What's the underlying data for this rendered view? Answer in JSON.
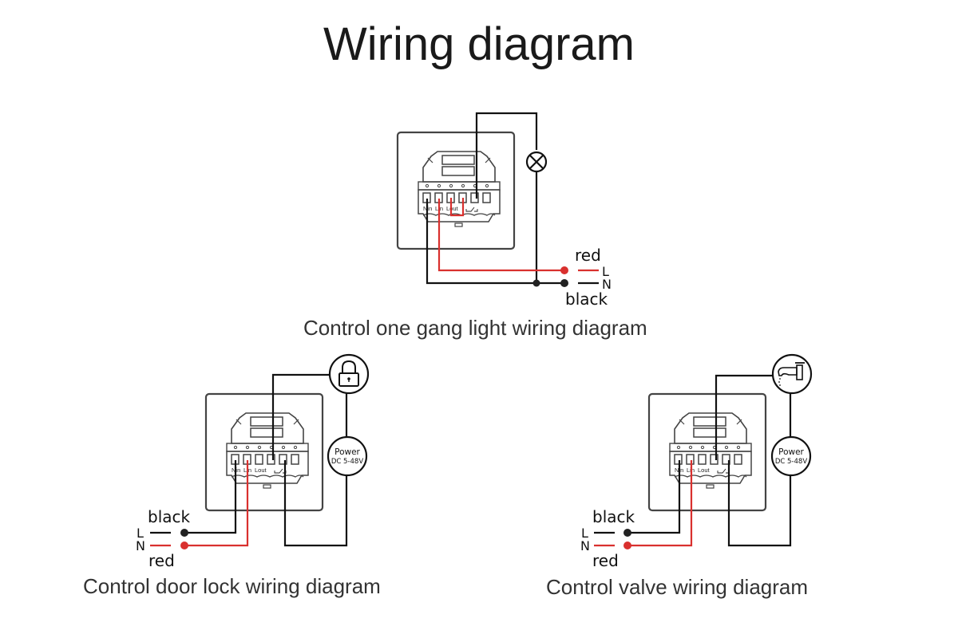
{
  "title": "Wiring diagram",
  "colors": {
    "black_wire": "#111111",
    "red_wire": "#d9302e",
    "outline": "#444444"
  },
  "diagrams": [
    {
      "id": "light",
      "caption": "Control one gang light wiring diagram",
      "load_icon": "lamp-icon",
      "wire_labels": {
        "top": "red",
        "bottom": "black"
      },
      "terminals": {
        "first": "L",
        "second": "N"
      },
      "terminal_labels": [
        "N in",
        "L in",
        "L out",
        "",
        "",
        ""
      ]
    },
    {
      "id": "door-lock",
      "caption": "Control door lock wiring diagram",
      "load_icon": "padlock-icon",
      "power": {
        "line1": "Power",
        "line2": "DC 5-48V"
      },
      "wire_labels": {
        "top": "black",
        "bottom": "red"
      },
      "terminals": {
        "first": "L",
        "second": "N"
      },
      "terminal_labels": [
        "N in",
        "L in",
        "L out",
        "",
        "",
        ""
      ]
    },
    {
      "id": "valve",
      "caption": "Control valve wiring diagram",
      "load_icon": "faucet-icon",
      "power": {
        "line1": "Power",
        "line2": "DC 5-48V"
      },
      "wire_labels": {
        "top": "black",
        "bottom": "red"
      },
      "terminals": {
        "first": "L",
        "second": "N"
      },
      "terminal_labels": [
        "N in",
        "L in",
        "L out",
        "",
        "",
        ""
      ]
    }
  ]
}
